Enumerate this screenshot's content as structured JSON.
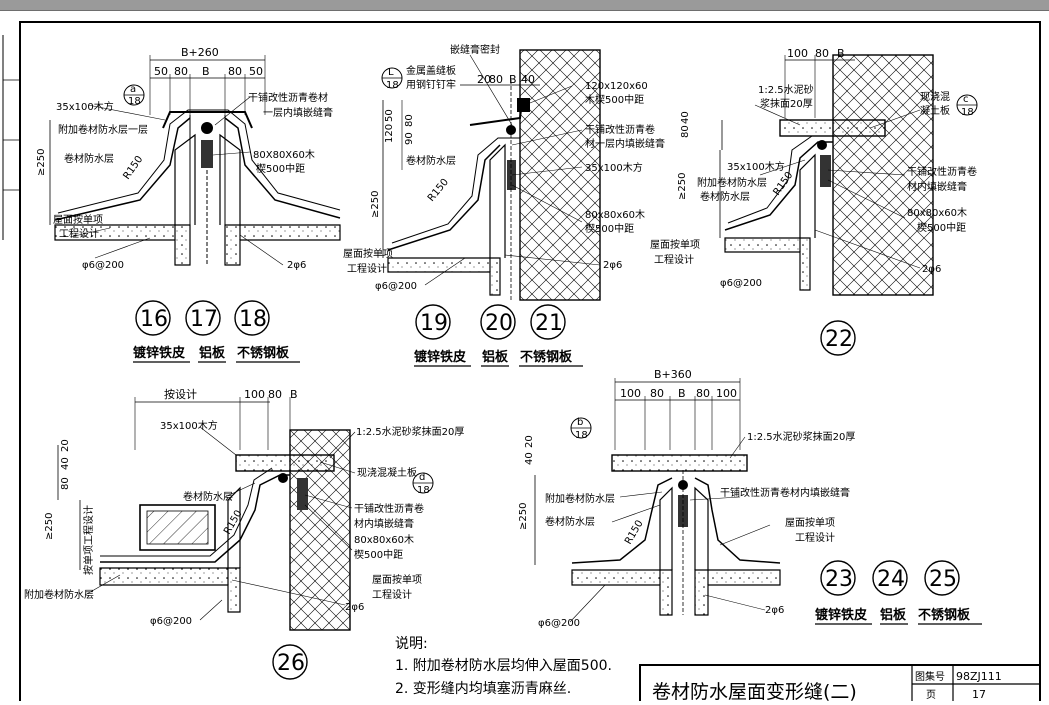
{
  "details": {
    "d16_18": {
      "top_dim": "B+260",
      "sub_dims": [
        "50",
        "80",
        "B",
        "80",
        "50"
      ],
      "callout": {
        "num": "a",
        "sheet": "18"
      },
      "labels": [
        "35x100木方",
        "干铺改性沥青卷材",
        "一层内填嵌缝膏",
        "附加卷材防水层一层",
        "卷材防水层",
        "R150",
        "80X80X60木",
        "楔500中距",
        "屋面按单项",
        "工程设计",
        "φ6@200",
        "2φ6"
      ],
      "height_dim": "≥250",
      "numbers": [
        "16",
        "17",
        "18"
      ],
      "materials": [
        "镀锌铁皮",
        "铝板",
        "不锈钢板"
      ]
    },
    "d19_21": {
      "callout": {
        "num": "L",
        "sheet": "18"
      },
      "labels": [
        "嵌缝膏密封",
        "金属盖缝板",
        "用钢钉钉牢",
        "120x120x60",
        "木楔500中距",
        "干铺改性沥青卷",
        "材一层内填嵌缝膏",
        "35x100木方",
        "卷材防水层",
        "R150",
        "80x80x60木",
        "楔500中距",
        "屋面按单项",
        "工程设计",
        "φ6@200",
        "2φ6"
      ],
      "top_dims": [
        "20",
        "80",
        "B",
        "40"
      ],
      "side_dims": [
        "120",
        "50",
        "90",
        "80"
      ],
      "height_dim": "≥250",
      "numbers": [
        "19",
        "20",
        "21"
      ],
      "materials": [
        "镀锌铁皮",
        "铝板",
        "不锈钢板"
      ]
    },
    "d22": {
      "top_dims": [
        "100",
        "80",
        "B"
      ],
      "callout": {
        "num": "c",
        "sheet": "18"
      },
      "labels": [
        "1:2.5水泥砂",
        "浆抹面20厚",
        "现浇混",
        "凝土板",
        "干铺改性沥青卷",
        "材内填嵌缝膏",
        "35x100木方",
        "附加卷材防水层",
        "卷材防水层",
        "R150",
        "80x80x60木",
        "楔500中距",
        "屋面按单项",
        "工程设计",
        "φ6@200",
        "2φ6"
      ],
      "side_dims": [
        "80",
        "40"
      ],
      "height_dim": "≥250",
      "number": "22"
    },
    "d26": {
      "top_dims": [
        "按设计",
        "100",
        "80",
        "B"
      ],
      "callout": {
        "num": "d",
        "sheet": "18"
      },
      "labels": [
        "35x100木方",
        "1:2.5水泥砂浆抹面20厚",
        "现浇混凝土板",
        "卷材防水层",
        "R150",
        "干铺改性沥青卷",
        "材内填嵌缝膏",
        "80x80x60木",
        "楔500中距",
        "屋面按单项",
        "工程设计",
        "附加卷材防水层",
        "φ6@200",
        "2φ6"
      ],
      "side_dims": [
        "20",
        "40",
        "80"
      ],
      "height_dim": "≥250",
      "vertical_label": "按单项工程设计",
      "number": "26"
    },
    "d23_25": {
      "top_dim": "B+360",
      "sub_dims": [
        "100",
        "80",
        "B",
        "80",
        "100"
      ],
      "callout": {
        "num": "b",
        "sheet": "18"
      },
      "labels": [
        "1:2.5水泥砂浆抹面20厚",
        "附加卷材防水层",
        "卷材防水层",
        "干铺改性沥青卷材内填嵌缝膏",
        "R150",
        "屋面按单项",
        "工程设计",
        "φ6@200",
        "2φ6"
      ],
      "side_dims": [
        "20",
        "40"
      ],
      "height_dim": "≥250",
      "numbers": [
        "23",
        "24",
        "25"
      ],
      "materials": [
        "镀锌铁皮",
        "铝板",
        "不锈钢板"
      ]
    }
  },
  "notes": {
    "heading": "说明:",
    "items": [
      "1. 附加卷材防水层均伸入屋面500.",
      "2. 变形缝内均填塞沥青麻丝."
    ]
  },
  "title_block": {
    "title": "卷材防水屋面变形缝(二)",
    "atlas_label": "图集号",
    "atlas_no": "98ZJ111",
    "page_label": "页",
    "page_no": "17"
  }
}
